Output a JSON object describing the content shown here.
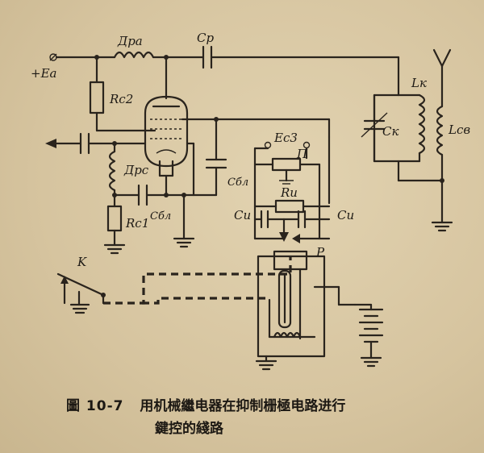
{
  "labels": {
    "supply": "+Ea",
    "choke_a": "Дра",
    "cap_p": "Cp",
    "res_c2": "Rc2",
    "coil_k": "Lк",
    "cap_k": "Cк",
    "coil_sv": "Lсв",
    "bias": "Ec3",
    "pot": "П",
    "res_i": "Rи",
    "cap_i_left": "Cи",
    "cap_i_right": "Cи",
    "choke_c": "Дрс",
    "cap_bl1": "Cбл",
    "cap_bl2": "Cбл",
    "res_c1": "Rc1",
    "key": "K",
    "relay": "P"
  },
  "caption": {
    "figure": "圖 10-7",
    "line1": "用机械繼电器在抑制栅極电路进行",
    "line2": "鍵控的綫路"
  }
}
